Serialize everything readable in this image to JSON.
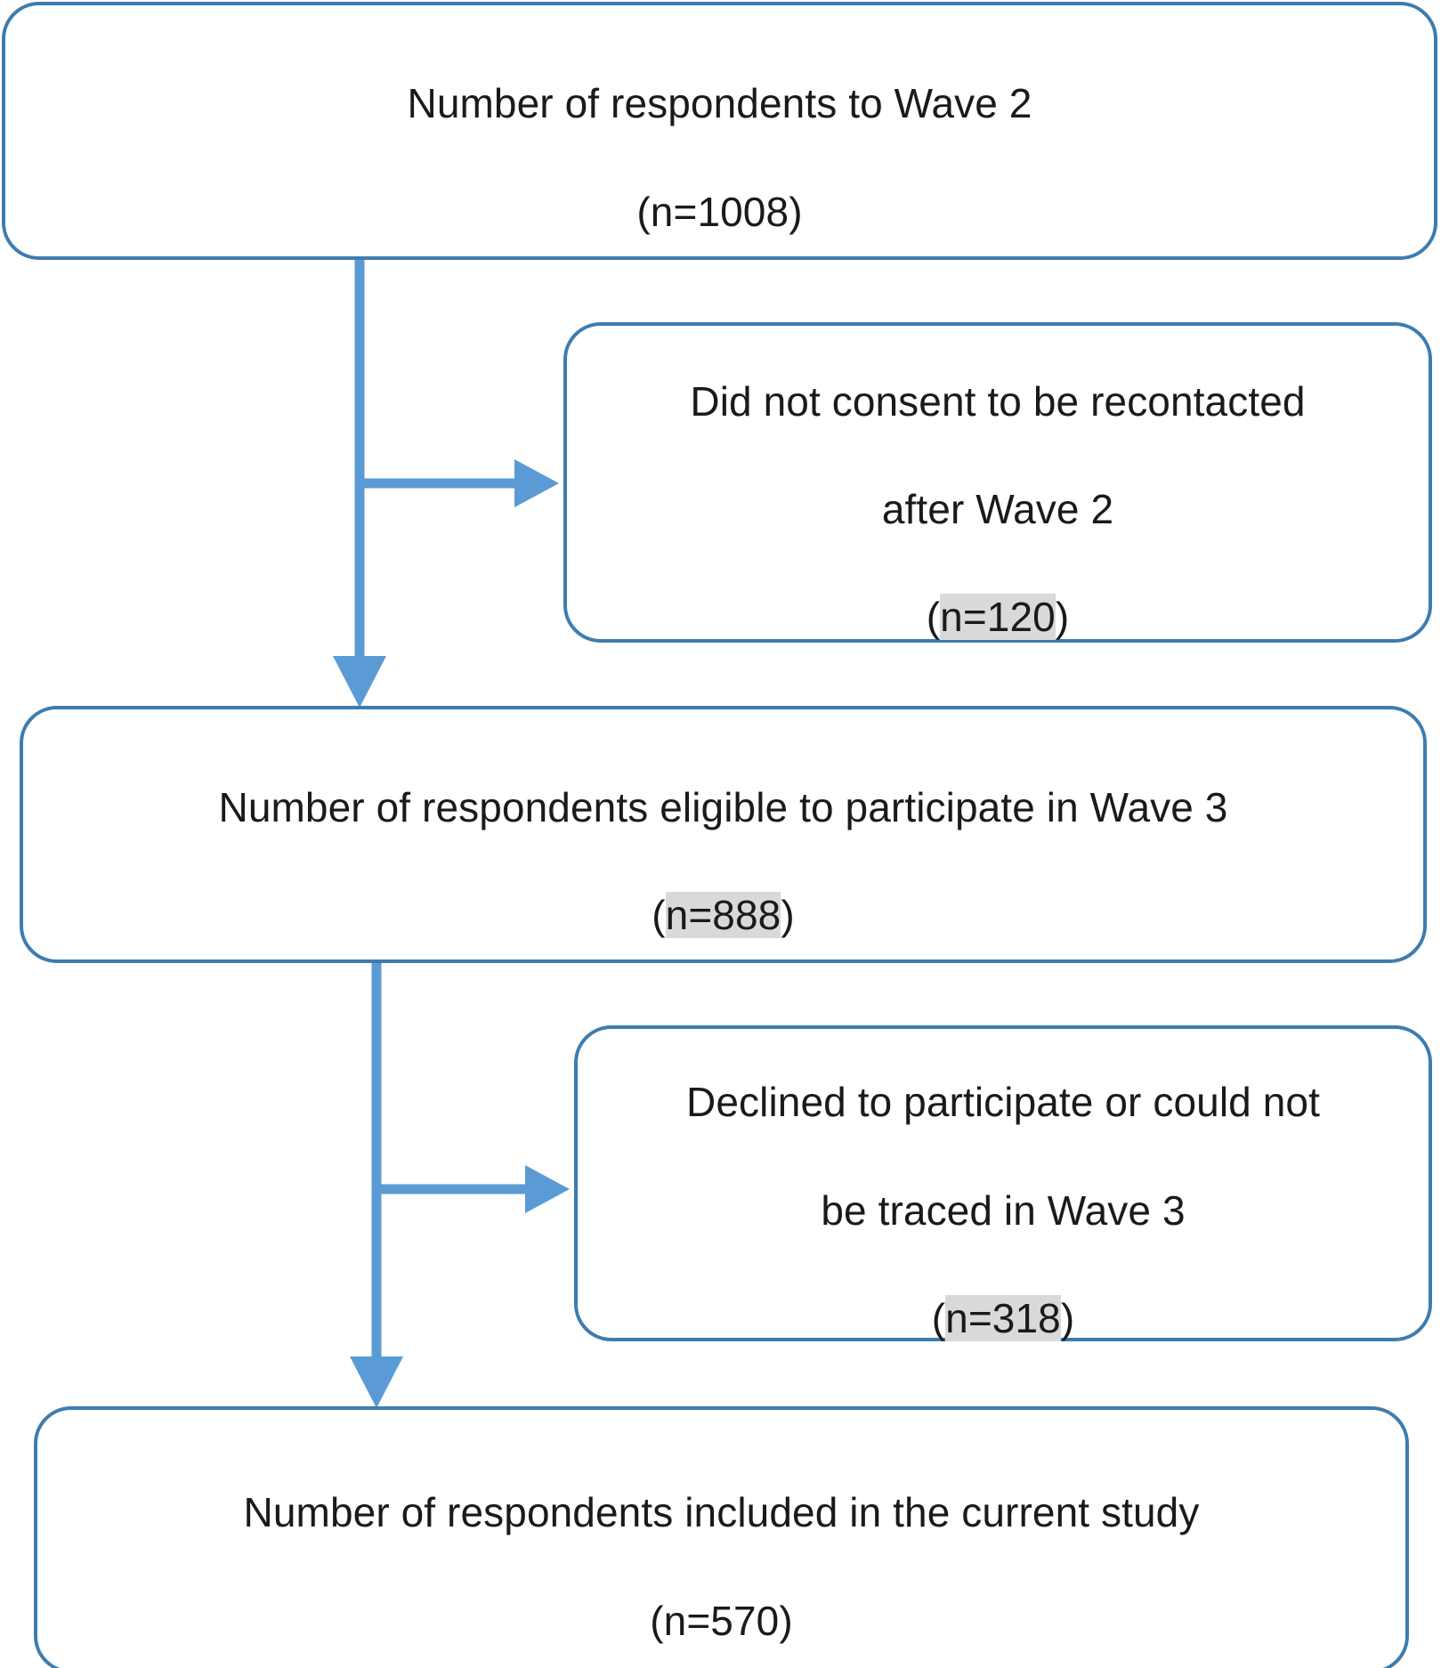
{
  "figure": {
    "type": "flowchart",
    "orientation": "vertical-with-side-exclusions",
    "box_border_color": "#3E7CAE",
    "arrow_color": "#5B9BD5",
    "highlight_color": "#D9D9D9",
    "text_color": "#1a1a1a",
    "background_color": "#FFFFFF"
  },
  "nodes": [
    {
      "id": "wave2-respondents",
      "role": "main",
      "line1": "Number of respondents to Wave 2",
      "n_prefix": "(",
      "n_value": "n=1008",
      "n_suffix": ")",
      "n_highlighted": false
    },
    {
      "id": "no-consent",
      "role": "exclusion",
      "line1": "Did not consent to be recontacted",
      "line2": "after Wave 2",
      "n_prefix": "(",
      "n_value": "n=120",
      "n_suffix": ")",
      "n_highlighted": true
    },
    {
      "id": "eligible-wave3",
      "role": "main",
      "line1": "Number of respondents eligible to participate in Wave 3",
      "n_prefix": "(",
      "n_value": "n=888",
      "n_suffix": ")",
      "n_highlighted": true
    },
    {
      "id": "declined-or-untraced",
      "role": "exclusion",
      "line1": "Declined to participate or could not",
      "line2": "be traced in Wave 3",
      "n_prefix": "(",
      "n_value": "n=318",
      "n_suffix": ")",
      "n_highlighted": true
    },
    {
      "id": "included-current-study",
      "role": "main",
      "line1": "Number of respondents included in the current study",
      "n_prefix": "(",
      "n_value": "n=570",
      "n_suffix": ")",
      "n_highlighted": false
    }
  ],
  "edges": [
    {
      "id": "edge-wave2-to-eligible",
      "from": "wave2-respondents",
      "to": "eligible-wave3",
      "kind": "down-arrow"
    },
    {
      "id": "edge-wave2-to-no-consent",
      "from": "wave2-respondents",
      "to": "no-consent",
      "kind": "right-arrow"
    },
    {
      "id": "edge-eligible-to-included",
      "from": "eligible-wave3",
      "to": "included-current-study",
      "kind": "down-arrow"
    },
    {
      "id": "edge-eligible-to-declined",
      "from": "eligible-wave3",
      "to": "declined-or-untraced",
      "kind": "right-arrow"
    }
  ]
}
